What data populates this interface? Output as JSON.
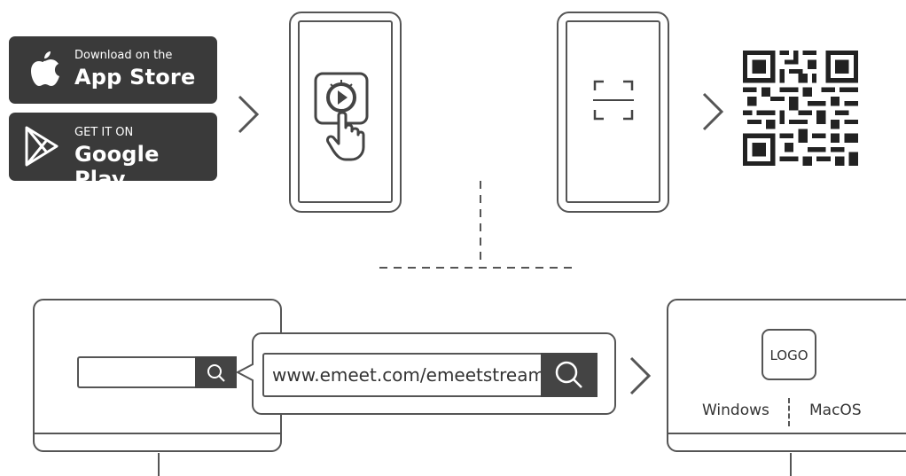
{
  "app_store": {
    "small": "Download on the",
    "big": "App Store"
  },
  "google_play": {
    "small": "GET IT ON",
    "big": "Google Play"
  },
  "url_bar": {
    "url": "www.emeet.com/emeetstream"
  },
  "desktop_app": {
    "logo_text": "LOGO",
    "platform_windows": "Windows",
    "platform_macos": "MacOS"
  },
  "icons": {
    "apple": "apple-logo-icon",
    "play": "google-play-icon",
    "chevron": "chevron-right-icon",
    "app": "emeet-stream-app-icon",
    "tap": "hand-pointer-icon",
    "scan": "qr-scan-frame-icon",
    "qr": "qr-code",
    "search": "search-icon"
  },
  "colors": {
    "badge_bg": "#3a3a3a",
    "line": "#555555",
    "search_btn": "#444444"
  }
}
